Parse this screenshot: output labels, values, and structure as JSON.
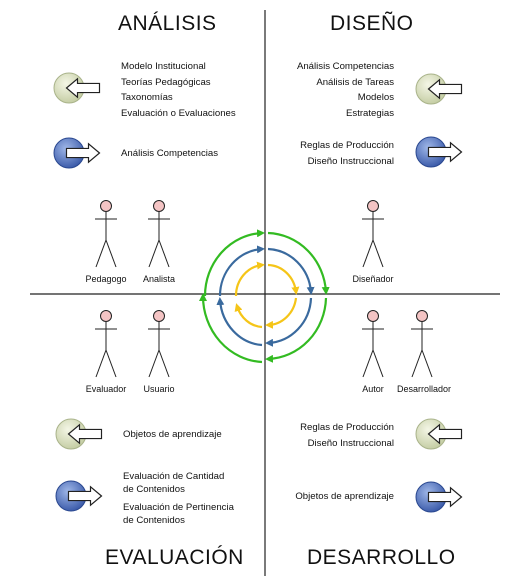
{
  "quadrants": {
    "analisis": {
      "title": "ANÁLISIS",
      "inputs": [
        "Modelo Institucional",
        "Teorías Pedagógicas",
        "Taxonomías",
        "Evaluación o Evaluaciones"
      ],
      "outputs": [
        "Análisis Competencias"
      ],
      "actors": [
        "Pedagogo",
        "Analista"
      ]
    },
    "diseno": {
      "title": "DISEÑO",
      "inputs": [
        "Análisis Competencias",
        "Análisis de Tareas",
        "Modelos",
        "Estrategias"
      ],
      "outputs": [
        "Reglas de Producción",
        "Diseño Instruccional"
      ],
      "actors": [
        "Diseñador"
      ]
    },
    "evaluacion": {
      "title": "EVALUACIÓN",
      "inputs": [
        "Objetos de aprendizaje"
      ],
      "outputs_a": [
        "Evaluación de Cantidad",
        "de Contenidos"
      ],
      "outputs_b": [
        "Evaluación de Pertinencia",
        "de Contenidos"
      ],
      "actors": [
        "Evaluador",
        "Usuario"
      ]
    },
    "desarrollo": {
      "title": "DESARROLLO",
      "inputs": [
        "Reglas de Producción",
        "Diseño Instruccional"
      ],
      "outputs": [
        "Objetos de aprendizaje"
      ],
      "actors": [
        "Autor",
        "Desarrollador"
      ]
    }
  },
  "colors": {
    "input_arrow_fill": "#d8dfb8",
    "output_arrow_fill": "#4a68b8",
    "spiral_outer": "#33bb22",
    "spiral_middle": "#3a6a9e",
    "spiral_inner": "#f5c518",
    "actor_head": "#f4c4c4"
  }
}
